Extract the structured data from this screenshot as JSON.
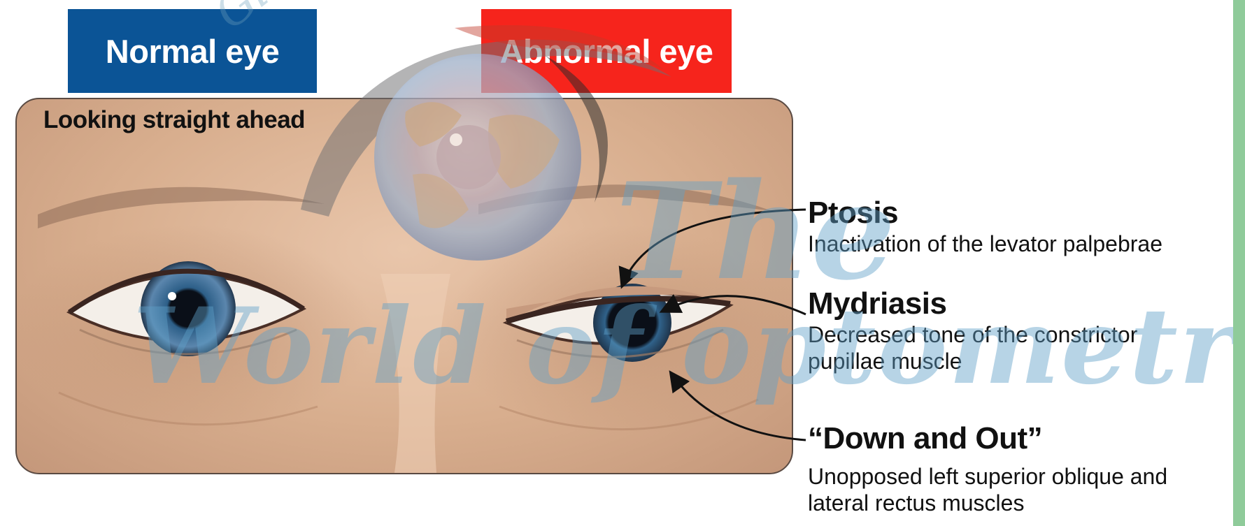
{
  "labels": {
    "normal": "Normal eye",
    "abnormal": "Abnormal eye",
    "view": "Looking straight ahead"
  },
  "annotations": [
    {
      "title": "Ptosis",
      "desc_lines": [
        "Inactivation of the levator palpebrae"
      ]
    },
    {
      "title": "Mydriasis",
      "desc_lines": [
        "Decreased tone of the constrictor",
        "pupillae muscle"
      ]
    },
    {
      "title": "“Down and Out”",
      "desc_lines": [
        "Unopposed left superior oblique and",
        "lateral rectus muscles"
      ]
    }
  ],
  "watermark": {
    "word_1": "The",
    "word_2": "World of optometry",
    "word_3": "Globally"
  },
  "colors": {
    "normal_box": "#0b5496",
    "abnormal_box": "#f6241c",
    "side_strip": "#8fcb9a",
    "watermark": "#5fa0c8"
  }
}
